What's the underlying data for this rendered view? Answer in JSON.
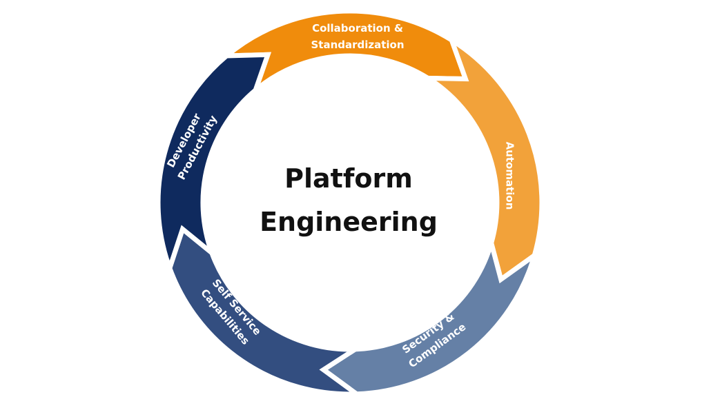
{
  "diagram": {
    "center": {
      "line1": "Platform",
      "line2": "Engineering"
    },
    "segments": [
      {
        "line1": "Collaboration &",
        "line2": "Standardization",
        "color": "#F08C0C"
      },
      {
        "line1": "Automation",
        "line2": "",
        "color": "#F2A23A"
      },
      {
        "line1": "Security &",
        "line2": "Compliance",
        "color": "#6580A6"
      },
      {
        "line1": "Self Service",
        "line2": "Capabilities",
        "color": "#334E80"
      },
      {
        "line1": "Developer",
        "line2": "Productivity",
        "color": "#0F2A5E"
      }
    ],
    "background_color": "#FFFFFF"
  }
}
